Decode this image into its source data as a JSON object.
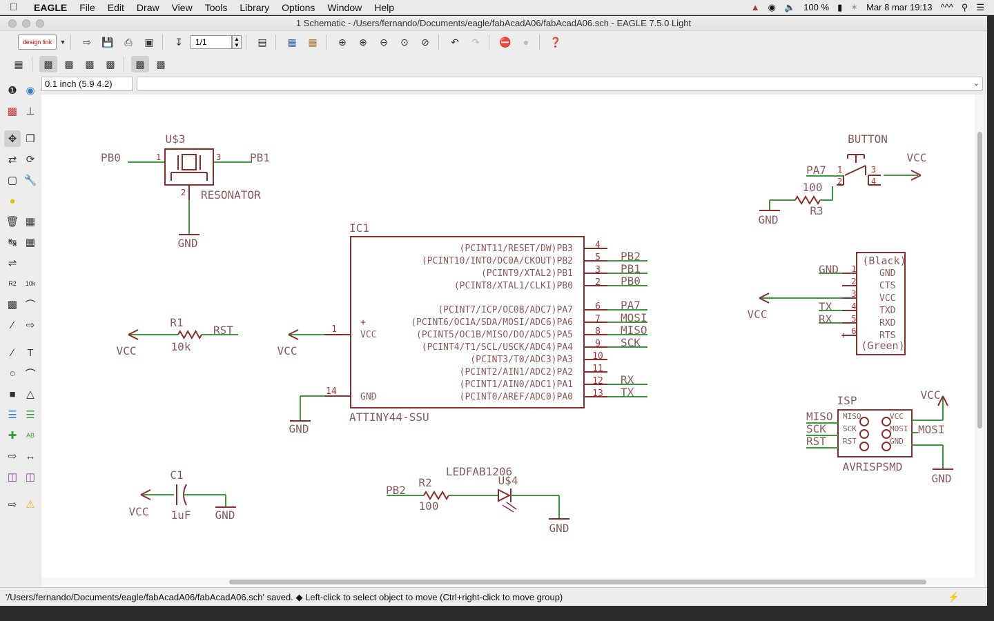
{
  "menubar": {
    "app": "EAGLE",
    "items": [
      "File",
      "Edit",
      "Draw",
      "View",
      "Tools",
      "Library",
      "Options",
      "Window",
      "Help"
    ],
    "battery": "100 %",
    "datetime": "Mar 8 mar  19:13",
    "extra": "^^^"
  },
  "window": {
    "title": "1 Schematic - /Users/fernando/Documents/eagle/fabAcadA06/fabAcadA06.sch - EAGLE 7.5.0 Light"
  },
  "toolbar": {
    "page": "1/1",
    "designlink": "design link"
  },
  "coord": "0.1 inch (5.9 4.2)",
  "status": "'/Users/fernando/Documents/eagle/fabAcadA06/fabAcadA06.sch' saved.  ◆ Left-click to select object to move (Ctrl+right-click to move group)",
  "colors": {
    "wire": "#3a9a3a",
    "symbol": "#8b2d2d",
    "label": "#8b5a5a",
    "pin": "#aa3333"
  },
  "schematic": {
    "resonator": {
      "name": "U$3",
      "value": "RESONATOR",
      "left": "PB0",
      "right": "PB1",
      "pin1": "1",
      "pin3": "3",
      "pin2": "2",
      "gnd": "GND"
    },
    "ic": {
      "name": "IC1",
      "value": "ATTINY44-SSU",
      "pins": [
        {
          "label": "(PCINT11/RESET/DW)PB3",
          "num": "4",
          "net": ""
        },
        {
          "label": "(PCINT10/INT0/OC0A/CKOUT)PB2",
          "num": "5",
          "net": "PB2"
        },
        {
          "label": "(PCINT9/XTAL2)PB1",
          "num": "3",
          "net": "PB1"
        },
        {
          "label": "(PCINT8/XTAL1/CLKI)PB0",
          "num": "2",
          "net": "PB0"
        },
        {
          "label": "(PCINT7/ICP/OC0B/ADC7)PA7",
          "num": "6",
          "net": "PA7"
        },
        {
          "label": "(PCINT6/OC1A/SDA/MOSI/ADC6)PA6",
          "num": "7",
          "net": "MOSI"
        },
        {
          "label": "(PCINT5/OC1B/MISO/DO/ADC5)PA5",
          "num": "8",
          "net": "MISO"
        },
        {
          "label": "(PCINT4/T1/SCL/USCK/ADC4)PA4",
          "num": "9",
          "net": "SCK"
        },
        {
          "label": "(PCINT3/T0/ADC3)PA3",
          "num": "10",
          "net": ""
        },
        {
          "label": "(PCINT2/AIN1/ADC2)PA2",
          "num": "11",
          "net": ""
        },
        {
          "label": "(PCINT1/AIN0/ADC1)PA1",
          "num": "12",
          "net": "RX"
        },
        {
          "label": "(PCINT0/AREF/ADC0)PA0",
          "num": "13",
          "net": "TX"
        }
      ],
      "vcc": "VCC",
      "gnd": "GND",
      "vccpin": "1",
      "gndpin": "14",
      "plus": "+"
    },
    "r1": {
      "name": "R1",
      "value": "10k",
      "left": "VCC",
      "right": "RST"
    },
    "c1": {
      "name": "C1",
      "value": "1uF",
      "left": "VCC",
      "right": "GND"
    },
    "led": {
      "r": "R2",
      "rval": "100",
      "net": "PB2",
      "name": "LEDFAB1206",
      "part": "U$4",
      "gnd": "GND"
    },
    "icvcc": "VCC",
    "icgnd": "GND",
    "button": {
      "name": "BUTTON",
      "net": "PA7",
      "vcc": "VCC",
      "r": "R3",
      "rval": "100",
      "gnd": "GND",
      "p1": "1",
      "p2": "2",
      "p3": "3",
      "p4": "4"
    },
    "ftdi": {
      "top": "(Black)",
      "bottom": "(Green)",
      "pins": [
        "GND",
        "CTS",
        "VCC",
        "TXD",
        "RXD",
        "RTS"
      ],
      "nets": [
        "GND",
        "",
        "",
        "TX",
        "RX",
        ""
      ],
      "vcc": "VCC",
      "plus": "+"
    },
    "isp": {
      "name": "ISP",
      "value": "AVRISPSMD",
      "left": [
        "MISO",
        "SCK",
        "RST"
      ],
      "right": [
        "VCC",
        "MOSI",
        "GND"
      ],
      "nets_left": [
        "MISO",
        "SCK",
        "RST"
      ],
      "net_mosi": "MOSI",
      "vcc": "VCC",
      "gnd": "GND"
    }
  }
}
